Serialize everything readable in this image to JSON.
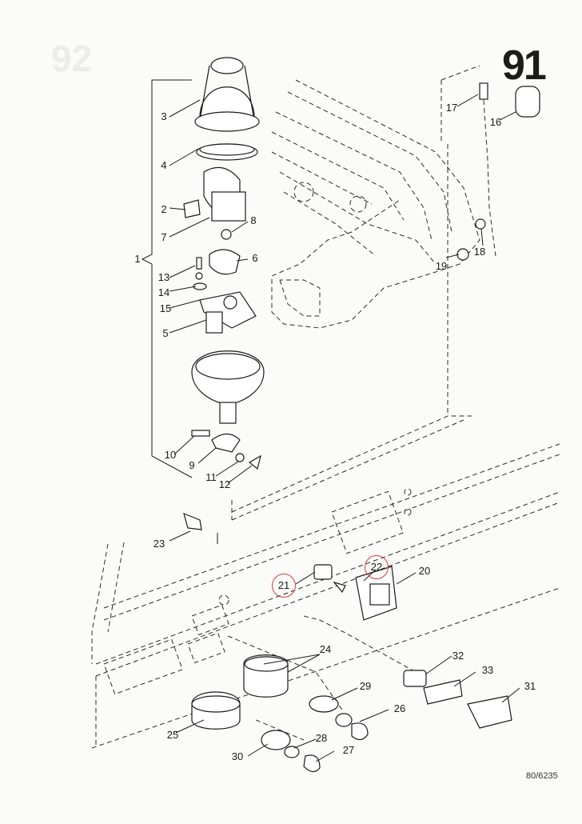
{
  "page_number": "91",
  "ghost_number": "92",
  "drawing_code": "80/6235",
  "colors": {
    "ink": "#1a1a1a",
    "highlight_ring": "#d23b3b",
    "paper": "#fbfbfa"
  },
  "callouts": [
    {
      "id": "c1",
      "label": "1",
      "circled": false
    },
    {
      "id": "c2",
      "label": "2",
      "circled": false
    },
    {
      "id": "c3",
      "label": "3",
      "circled": false
    },
    {
      "id": "c4",
      "label": "4",
      "circled": false
    },
    {
      "id": "c5",
      "label": "5",
      "circled": false
    },
    {
      "id": "c6",
      "label": "6",
      "circled": false
    },
    {
      "id": "c7",
      "label": "7",
      "circled": false
    },
    {
      "id": "c8",
      "label": "8",
      "circled": false
    },
    {
      "id": "c9",
      "label": "9",
      "circled": false
    },
    {
      "id": "c10",
      "label": "10",
      "circled": false
    },
    {
      "id": "c11",
      "label": "11",
      "circled": false
    },
    {
      "id": "c12",
      "label": "12",
      "circled": false
    },
    {
      "id": "c13",
      "label": "13",
      "circled": false
    },
    {
      "id": "c14",
      "label": "14",
      "circled": false
    },
    {
      "id": "c15",
      "label": "15",
      "circled": false
    },
    {
      "id": "c16",
      "label": "16",
      "circled": false
    },
    {
      "id": "c17",
      "label": "17",
      "circled": false
    },
    {
      "id": "c18",
      "label": "18",
      "circled": false
    },
    {
      "id": "c19",
      "label": "19",
      "circled": false
    },
    {
      "id": "c20",
      "label": "20",
      "circled": false
    },
    {
      "id": "c21",
      "label": "21",
      "circled": true
    },
    {
      "id": "c22",
      "label": "22",
      "circled": true
    },
    {
      "id": "c23",
      "label": "23",
      "circled": false
    },
    {
      "id": "c24",
      "label": "24",
      "circled": false
    },
    {
      "id": "c25",
      "label": "25",
      "circled": false
    },
    {
      "id": "c26",
      "label": "26",
      "circled": false
    },
    {
      "id": "c27",
      "label": "27",
      "circled": false
    },
    {
      "id": "c28",
      "label": "28",
      "circled": false
    },
    {
      "id": "c29",
      "label": "29",
      "circled": false
    },
    {
      "id": "c30",
      "label": "30",
      "circled": false
    },
    {
      "id": "c31",
      "label": "31",
      "circled": false
    },
    {
      "id": "c32",
      "label": "32",
      "circled": false
    },
    {
      "id": "c33",
      "label": "33",
      "circled": false
    }
  ]
}
